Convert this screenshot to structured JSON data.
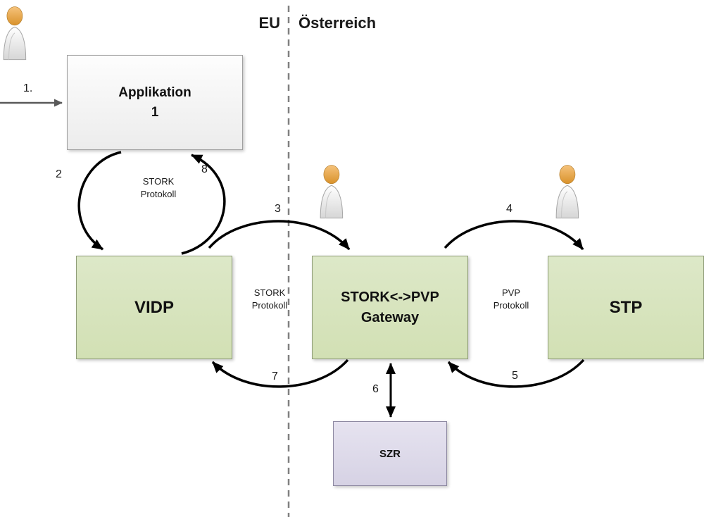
{
  "header": {
    "eu": "EU",
    "austria": "Österreich"
  },
  "boxes": {
    "app": {
      "line1": "Applikation",
      "line2": "1"
    },
    "vidp": {
      "label": "VIDP"
    },
    "gateway": {
      "line1": "STORK<->PVP",
      "line2": "Gateway"
    },
    "stp": {
      "label": "STP"
    },
    "szr": {
      "label": "SZR"
    }
  },
  "labels": {
    "stork_left_1": "STORK",
    "stork_left_2": "Protokoll",
    "stork_mid_1": "STORK",
    "stork_mid_2": "Protokoll",
    "pvp_1": "PVP",
    "pvp_2": "Protokoll"
  },
  "steps": {
    "s1": "1.",
    "s2": "2",
    "s3": "3",
    "s4": "4",
    "s5": "5",
    "s6": "6",
    "s7": "7",
    "s8": "8"
  },
  "colors": {
    "box_green": "#d6e3bc",
    "box_white": "#f2f2f2",
    "box_purple": "#dcd8e9",
    "arrow_black": "#000000",
    "arrow_gray": "#595959",
    "divider_gray": "#808080",
    "person_head": "#e8a33d"
  }
}
